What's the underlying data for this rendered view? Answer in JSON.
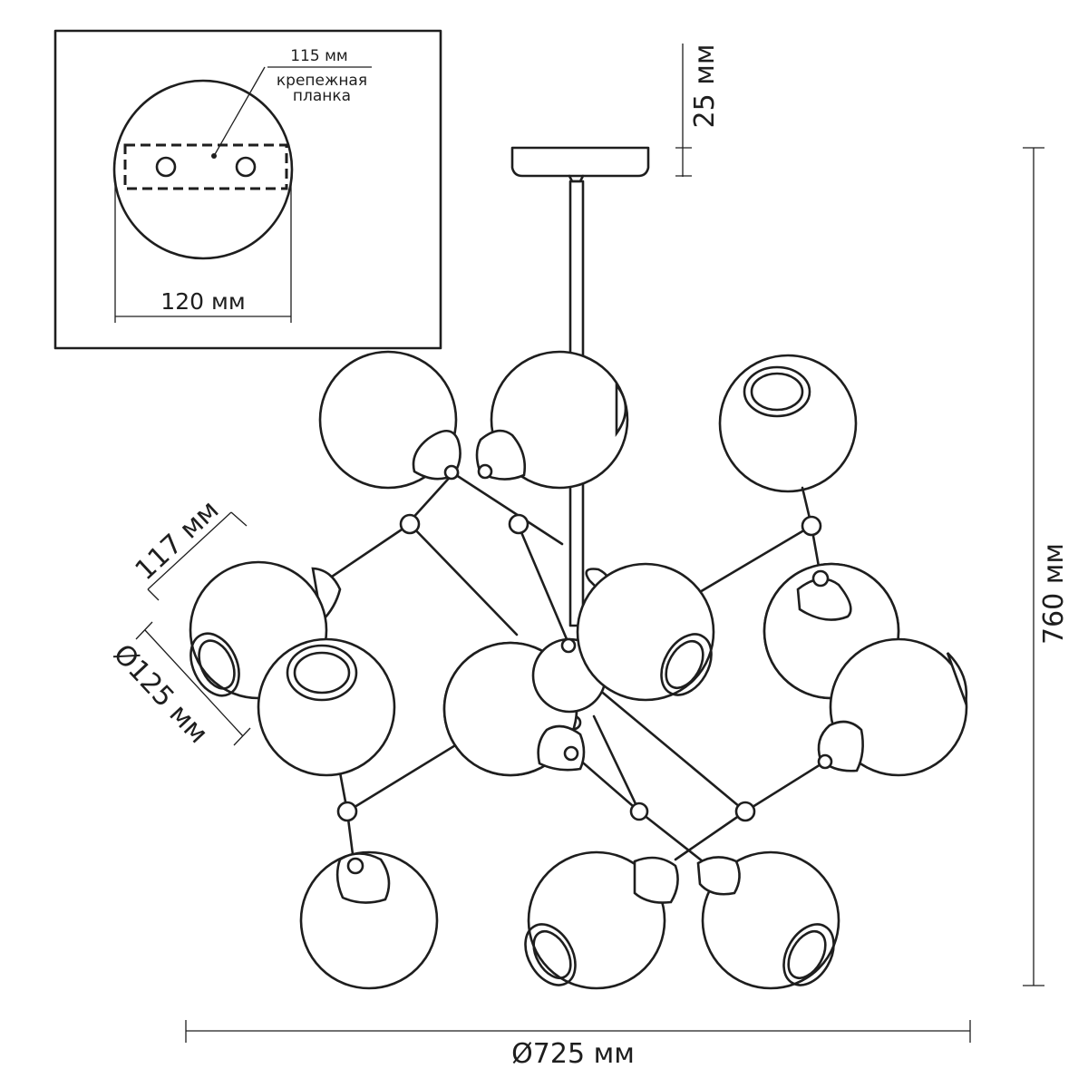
{
  "inset": {
    "width_label": "115 мм",
    "plate_label_line1": "крепежная",
    "plate_label_line2": "планка",
    "diameter_label": "120 мм"
  },
  "dimensions": {
    "canopy_height": "25 мм",
    "total_height": "760 мм",
    "total_diameter": "Ø725 мм",
    "arm_length": "117 мм",
    "globe_diameter": "Ø125 мм"
  },
  "colors": {
    "line": "#1e1e1e",
    "background": "#ffffff"
  }
}
